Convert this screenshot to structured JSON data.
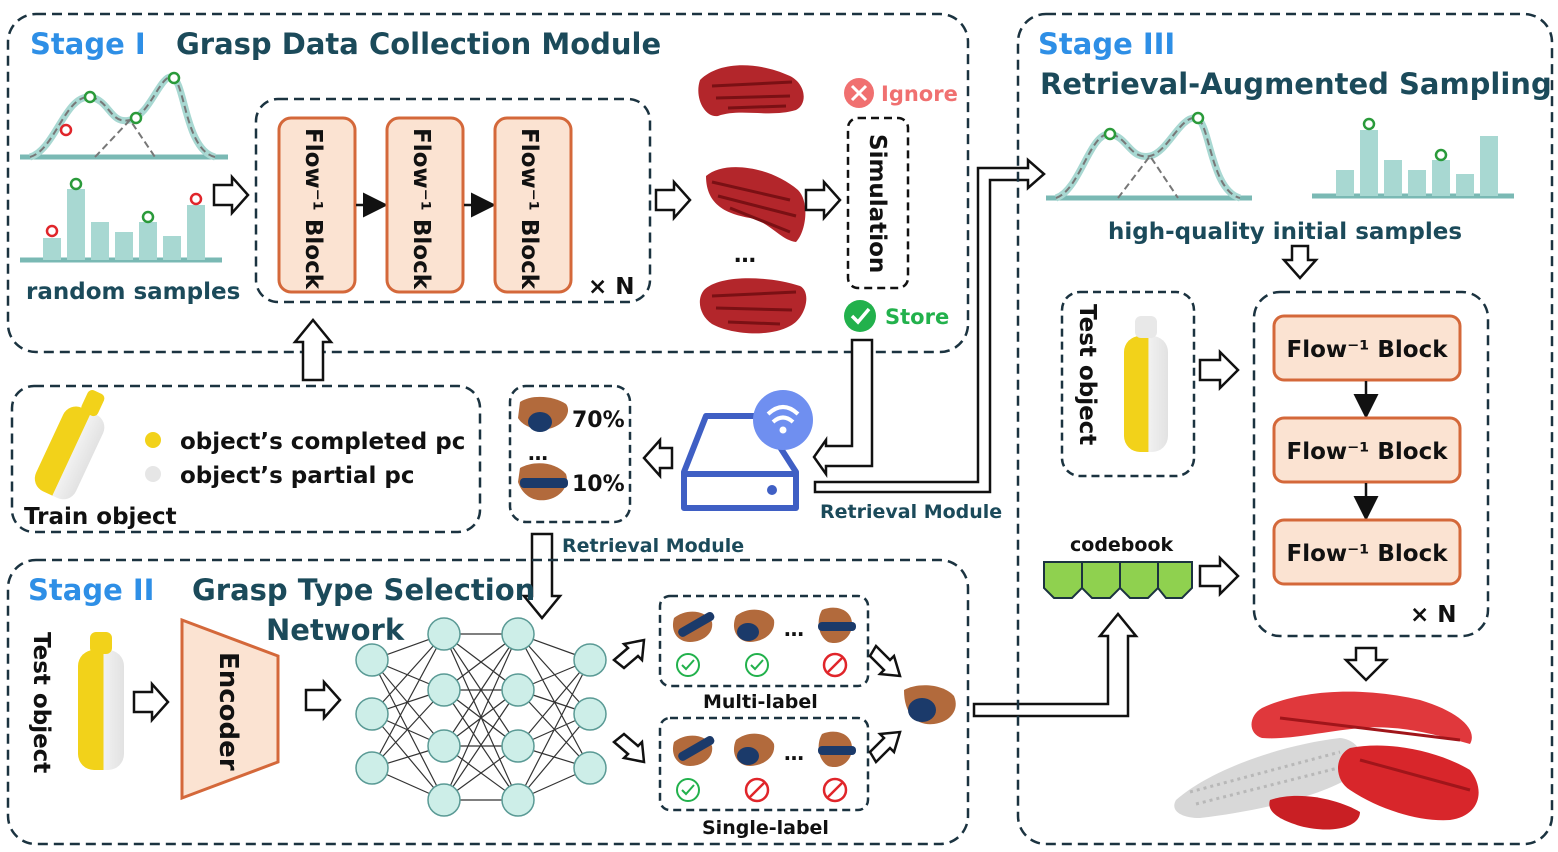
{
  "stage1": {
    "label": "Stage I",
    "title": "Grasp Data Collection Module",
    "random_samples": "random samples",
    "flow_block": "Flow⁻¹ Block",
    "times_n": "× N",
    "simulation": "Simulation",
    "ignore": "Ignore",
    "store": "Store",
    "ellipsis": "…"
  },
  "train_object": {
    "completed_pc": "object’s completed pc",
    "partial_pc": "object’s partial pc",
    "label": "Train object"
  },
  "retrieval": {
    "pct_high": "70%",
    "pct_low": "10%",
    "module_label_1": "Retrieval Module",
    "module_label_2": "Retrieval Module"
  },
  "stage2": {
    "label": "Stage II",
    "title_line1": "Grasp Type Selection",
    "title_line2": "Network",
    "test_object": "Test object",
    "encoder": "Encoder",
    "multi_label": "Multi-label",
    "single_label": "Single-label",
    "ellipsis": "…"
  },
  "stage3": {
    "label": "Stage III",
    "title": "Retrieval-Augmented Sampling",
    "high_quality": "high-quality  initial samples",
    "test_object": "Test object",
    "codebook": "codebook",
    "flow_block": "Flow⁻¹ Block",
    "times_n": "× N"
  },
  "colors": {
    "stage_blue": "#2e8fe6",
    "title_teal": "#1b4a5a",
    "flow_fill": "#fbe3d2",
    "flow_stroke": "#d4683a",
    "curve_teal": "#a8d8d2",
    "hand_red": "#b3262b",
    "ignore_red": "#f07070",
    "store_green": "#22b14c",
    "codebook_green": "#8fd14f"
  }
}
